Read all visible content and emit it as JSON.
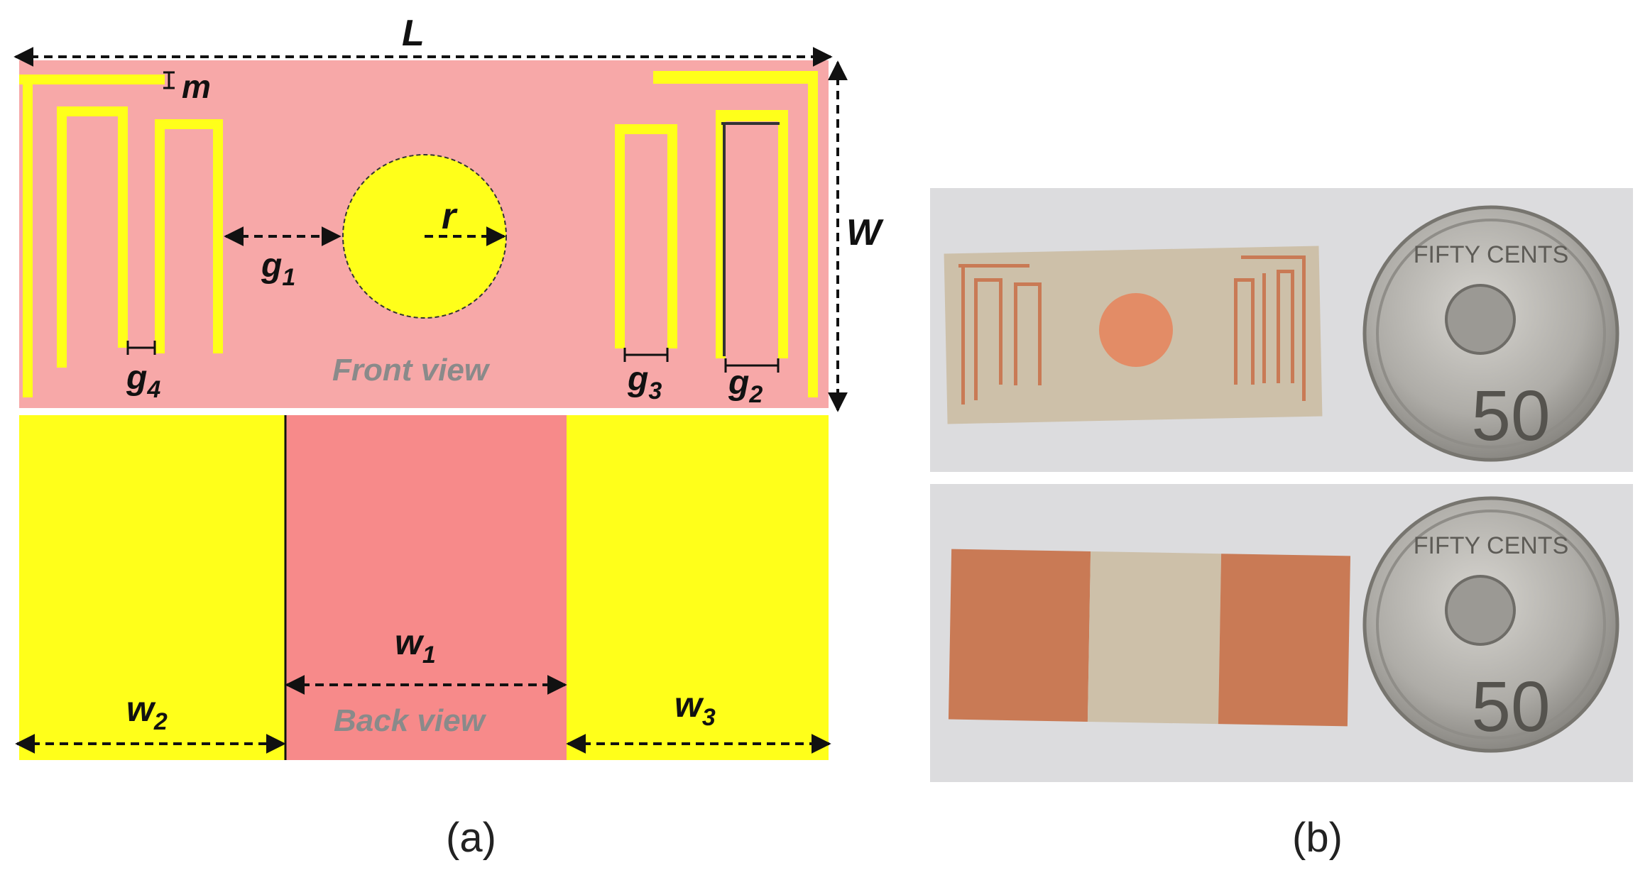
{
  "colors": {
    "substrate": "#f7a8a8",
    "copper_drawing": "#ffff1a",
    "back_substrate": "#f78a8a",
    "photo_background": "#dcdcde",
    "photo_substrate": "#cdc0a9",
    "photo_copper": "#c97a55",
    "coin": "#b4b2ad",
    "label_gray": "#8a8a8a"
  },
  "diagram": {
    "dimension_labels": {
      "L": "L",
      "W": "W",
      "m": "m",
      "r": "r",
      "g1": {
        "base": "g",
        "sub": "1"
      },
      "g2": {
        "base": "g",
        "sub": "2"
      },
      "g3": {
        "base": "g",
        "sub": "3"
      },
      "g4": {
        "base": "g",
        "sub": "4"
      },
      "w1": {
        "base": "w",
        "sub": "1"
      },
      "w2": {
        "base": "w",
        "sub": "2"
      },
      "w3": {
        "base": "w",
        "sub": "3"
      }
    },
    "front_view_label": "Front view",
    "back_view_label": "Back view"
  },
  "photos": {
    "coin_top_text": "FIFTY CENTS",
    "coin_value": "50"
  },
  "captions": {
    "a": "(a)",
    "b": "(b)"
  }
}
